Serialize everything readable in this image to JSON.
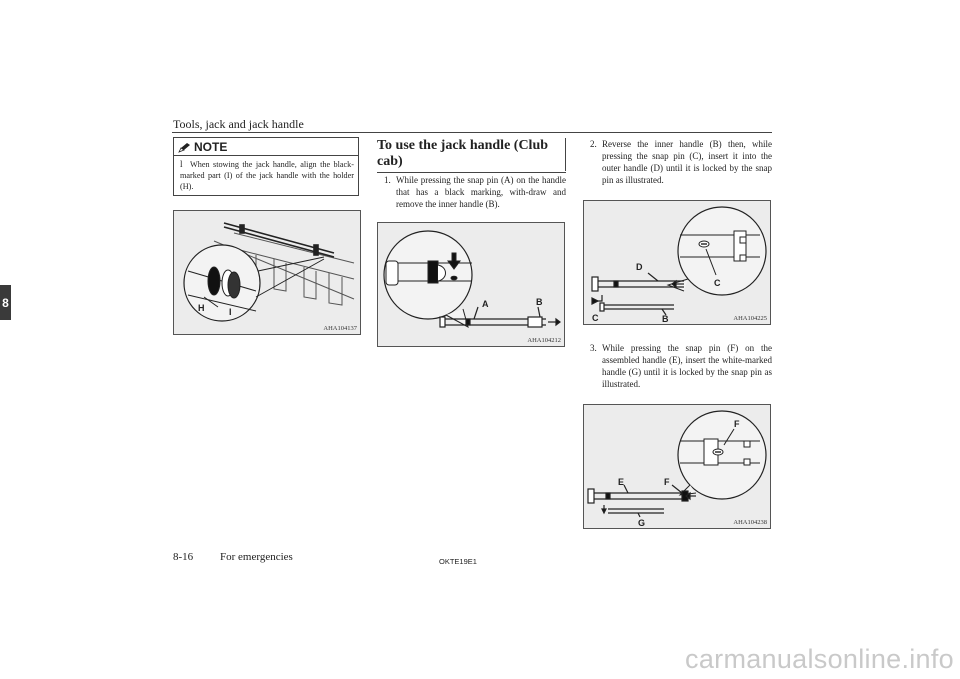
{
  "header": {
    "title": "Tools, jack and jack handle"
  },
  "chapter_tab": "8",
  "note": {
    "title": "NOTE",
    "bullet": "l",
    "text": "When stowing the jack handle, align the black-marked part (I) of the jack handle with the holder (H)."
  },
  "figures": {
    "fig1": {
      "code": "AHA104137",
      "labels": {
        "h": "H",
        "i": "I"
      }
    },
    "fig2": {
      "code": "AHA104212",
      "labels": {
        "a": "A",
        "b": "B"
      }
    },
    "fig3": {
      "code": "AHA104225",
      "labels": {
        "b": "B",
        "c": "C",
        "d": "D",
        "c2": "C"
      }
    },
    "fig4": {
      "code": "AHA104238",
      "labels": {
        "e": "E",
        "f": "F",
        "g": "G",
        "f2": "F"
      }
    }
  },
  "section": {
    "heading": "To use the jack handle (Club cab)",
    "steps": [
      {
        "num": "1.",
        "text": "While pressing the snap pin (A) on the handle that has a black marking, with-draw and remove the inner handle (B)."
      },
      {
        "num": "2.",
        "text": "Reverse the inner handle (B) then, while pressing the snap pin (C), insert it into the outer handle (D) until it is locked by the snap pin as illustrated."
      },
      {
        "num": "3.",
        "text": "While pressing the snap pin (F) on the assembled handle (E), insert the white-marked handle (G) until it is locked by the snap pin as illustrated."
      }
    ]
  },
  "footer": {
    "page": "8-16",
    "section": "For emergencies",
    "code": "OKTE19E1"
  },
  "watermark": "carmanualsonline.info"
}
